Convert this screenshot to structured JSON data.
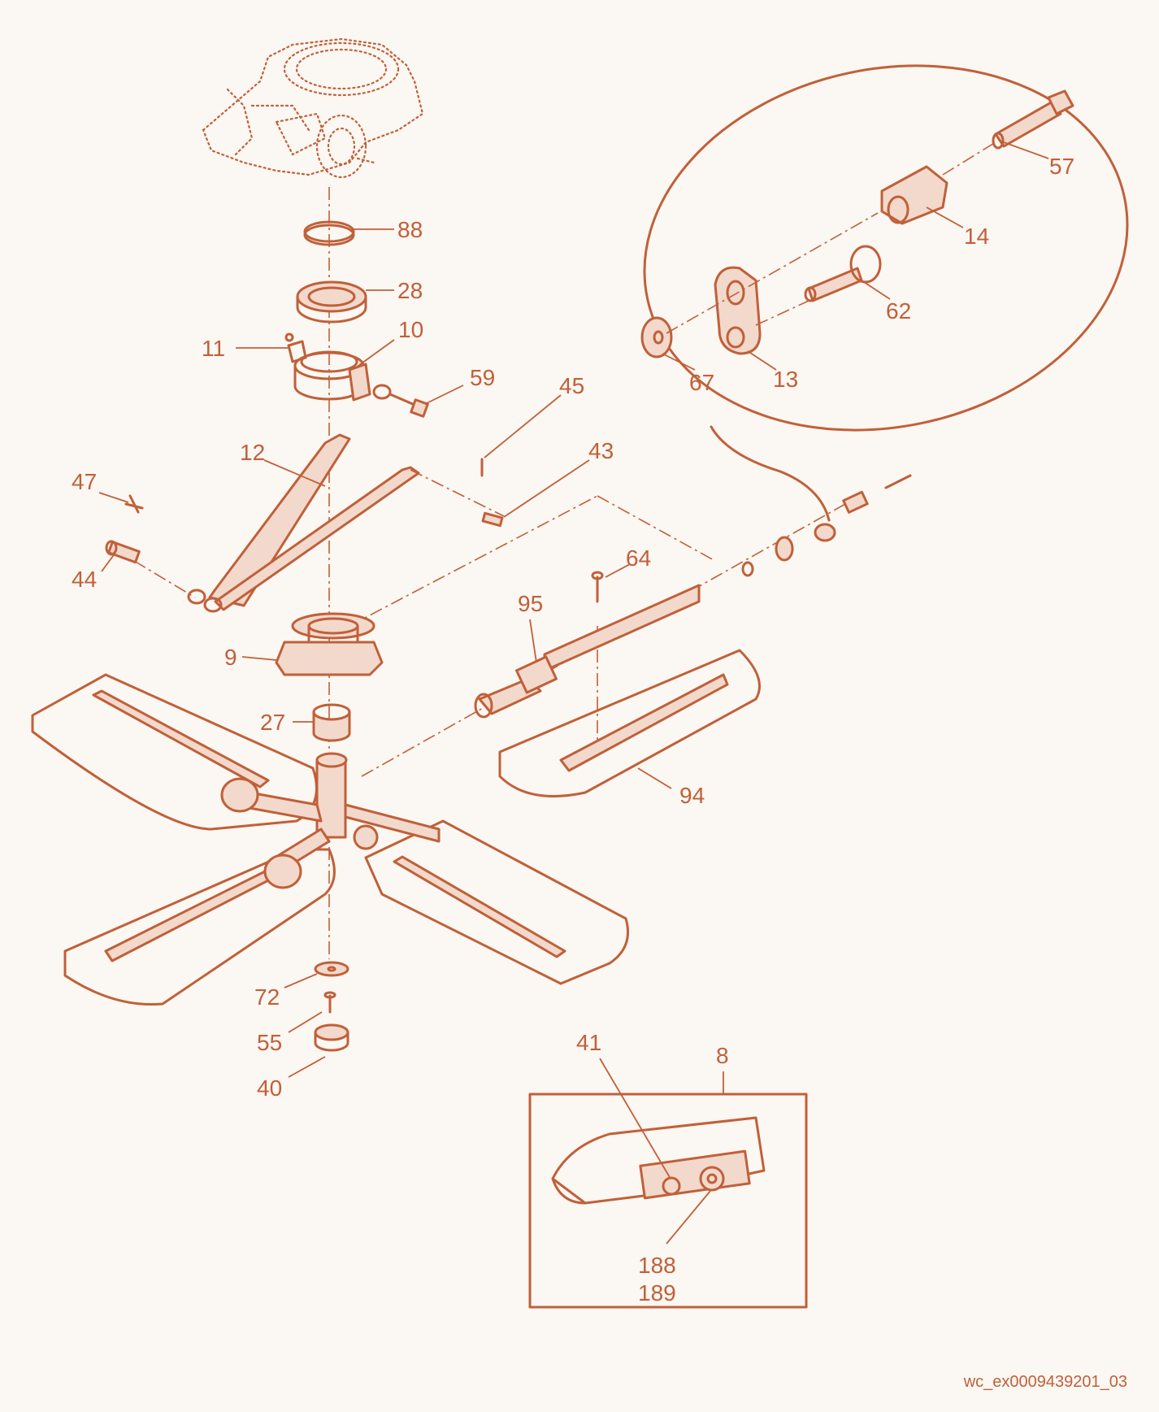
{
  "labels": {
    "p88": "88",
    "p28": "28",
    "p11": "11",
    "p10": "10",
    "p59": "59",
    "p12": "12",
    "p45": "45",
    "p43": "43",
    "p47": "47",
    "p44": "44",
    "p64": "64",
    "p95": "95",
    "p9": "9",
    "p27": "27",
    "p94": "94",
    "p72": "72",
    "p55": "55",
    "p40": "40",
    "p41": "41",
    "p8": "8",
    "p188": "188",
    "p189": "189",
    "p57": "57",
    "p14": "14",
    "p62": "62",
    "p67": "67",
    "p13": "13"
  },
  "footer": {
    "image_code": "wc_ex0009439201_03"
  },
  "colors": {
    "line": "#c0603a",
    "background": "#fbf7f2",
    "fill": "#f2d9cb"
  }
}
